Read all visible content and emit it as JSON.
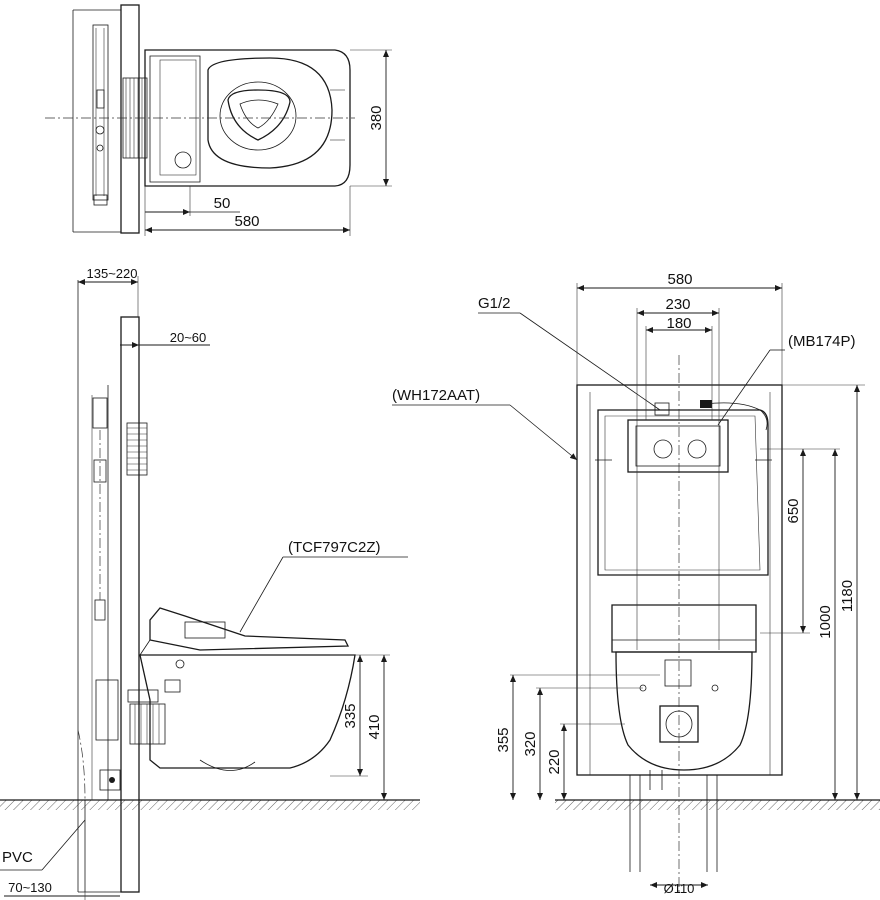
{
  "top_view": {
    "dims": {
      "width": "580",
      "offset": "50",
      "depth": "380"
    }
  },
  "side_view": {
    "dims": {
      "wall_depth": "135~220",
      "seat_offset": "20~60",
      "bowl_height": "335",
      "rim_height": "410",
      "floor_pipe": "70~130"
    },
    "labels": {
      "seat_model": "(TCF797C2Z)",
      "pipe": "PVC"
    }
  },
  "front_view": {
    "dims": {
      "frame_width": "580",
      "width_230": "230",
      "width_180": "180",
      "h_650": "650",
      "h_1000": "1000",
      "h_1180": "1180",
      "h_355": "355",
      "h_320": "320",
      "h_220": "220",
      "drain_dia": "Ø110"
    },
    "labels": {
      "supply": "G1/2",
      "frame_model": "(WH172AAT)",
      "plate_model": "(MB174P)"
    }
  }
}
